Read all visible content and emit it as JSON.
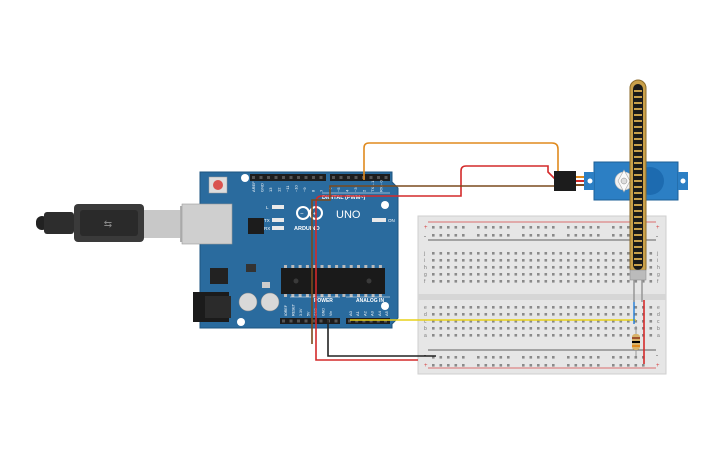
{
  "arduino": {
    "brand": "ARDUINO",
    "model": "UNO",
    "digital_header_label": "DIGITAL (PWM~)",
    "power_label": "POWER",
    "analog_label": "ANALOG IN",
    "led_l": "L",
    "led_tx": "TX",
    "led_rx": "RX",
    "on_label": "ON",
    "digital_pins": [
      "AREF",
      "GND",
      "13",
      "12",
      "~11",
      "~10",
      "~9",
      "8",
      "7",
      "~6",
      "~5",
      "4",
      "~3",
      "2",
      "TX→1",
      "RX←0"
    ],
    "power_pins": [
      "IOREF",
      "RESET",
      "3.3V",
      "5V",
      "GND",
      "GND",
      "Vin"
    ],
    "analog_pins": [
      "A0",
      "A1",
      "A2",
      "A3",
      "A4",
      "A5"
    ]
  },
  "breadboard": {
    "row_letters_top": [
      "j",
      "i",
      "h",
      "g",
      "f"
    ],
    "row_letters_bottom": [
      "e",
      "d",
      "c",
      "b",
      "a"
    ],
    "rail_plus": "+",
    "rail_minus": "-"
  },
  "colors": {
    "board_blue": "#2a6b9e",
    "wire_orange": "#e08a1e",
    "wire_red": "#d42a2a",
    "wire_brown": "#7a4a1e",
    "wire_yellow": "#e8d21a",
    "wire_black": "#222222",
    "servo_blue": "#2c7fc4"
  },
  "icons": {
    "usb_cable": "usb-cable-icon",
    "servo": "servo-motor-icon",
    "flex_sensor": "flex-sensor-icon",
    "resistor": "resistor-icon"
  }
}
